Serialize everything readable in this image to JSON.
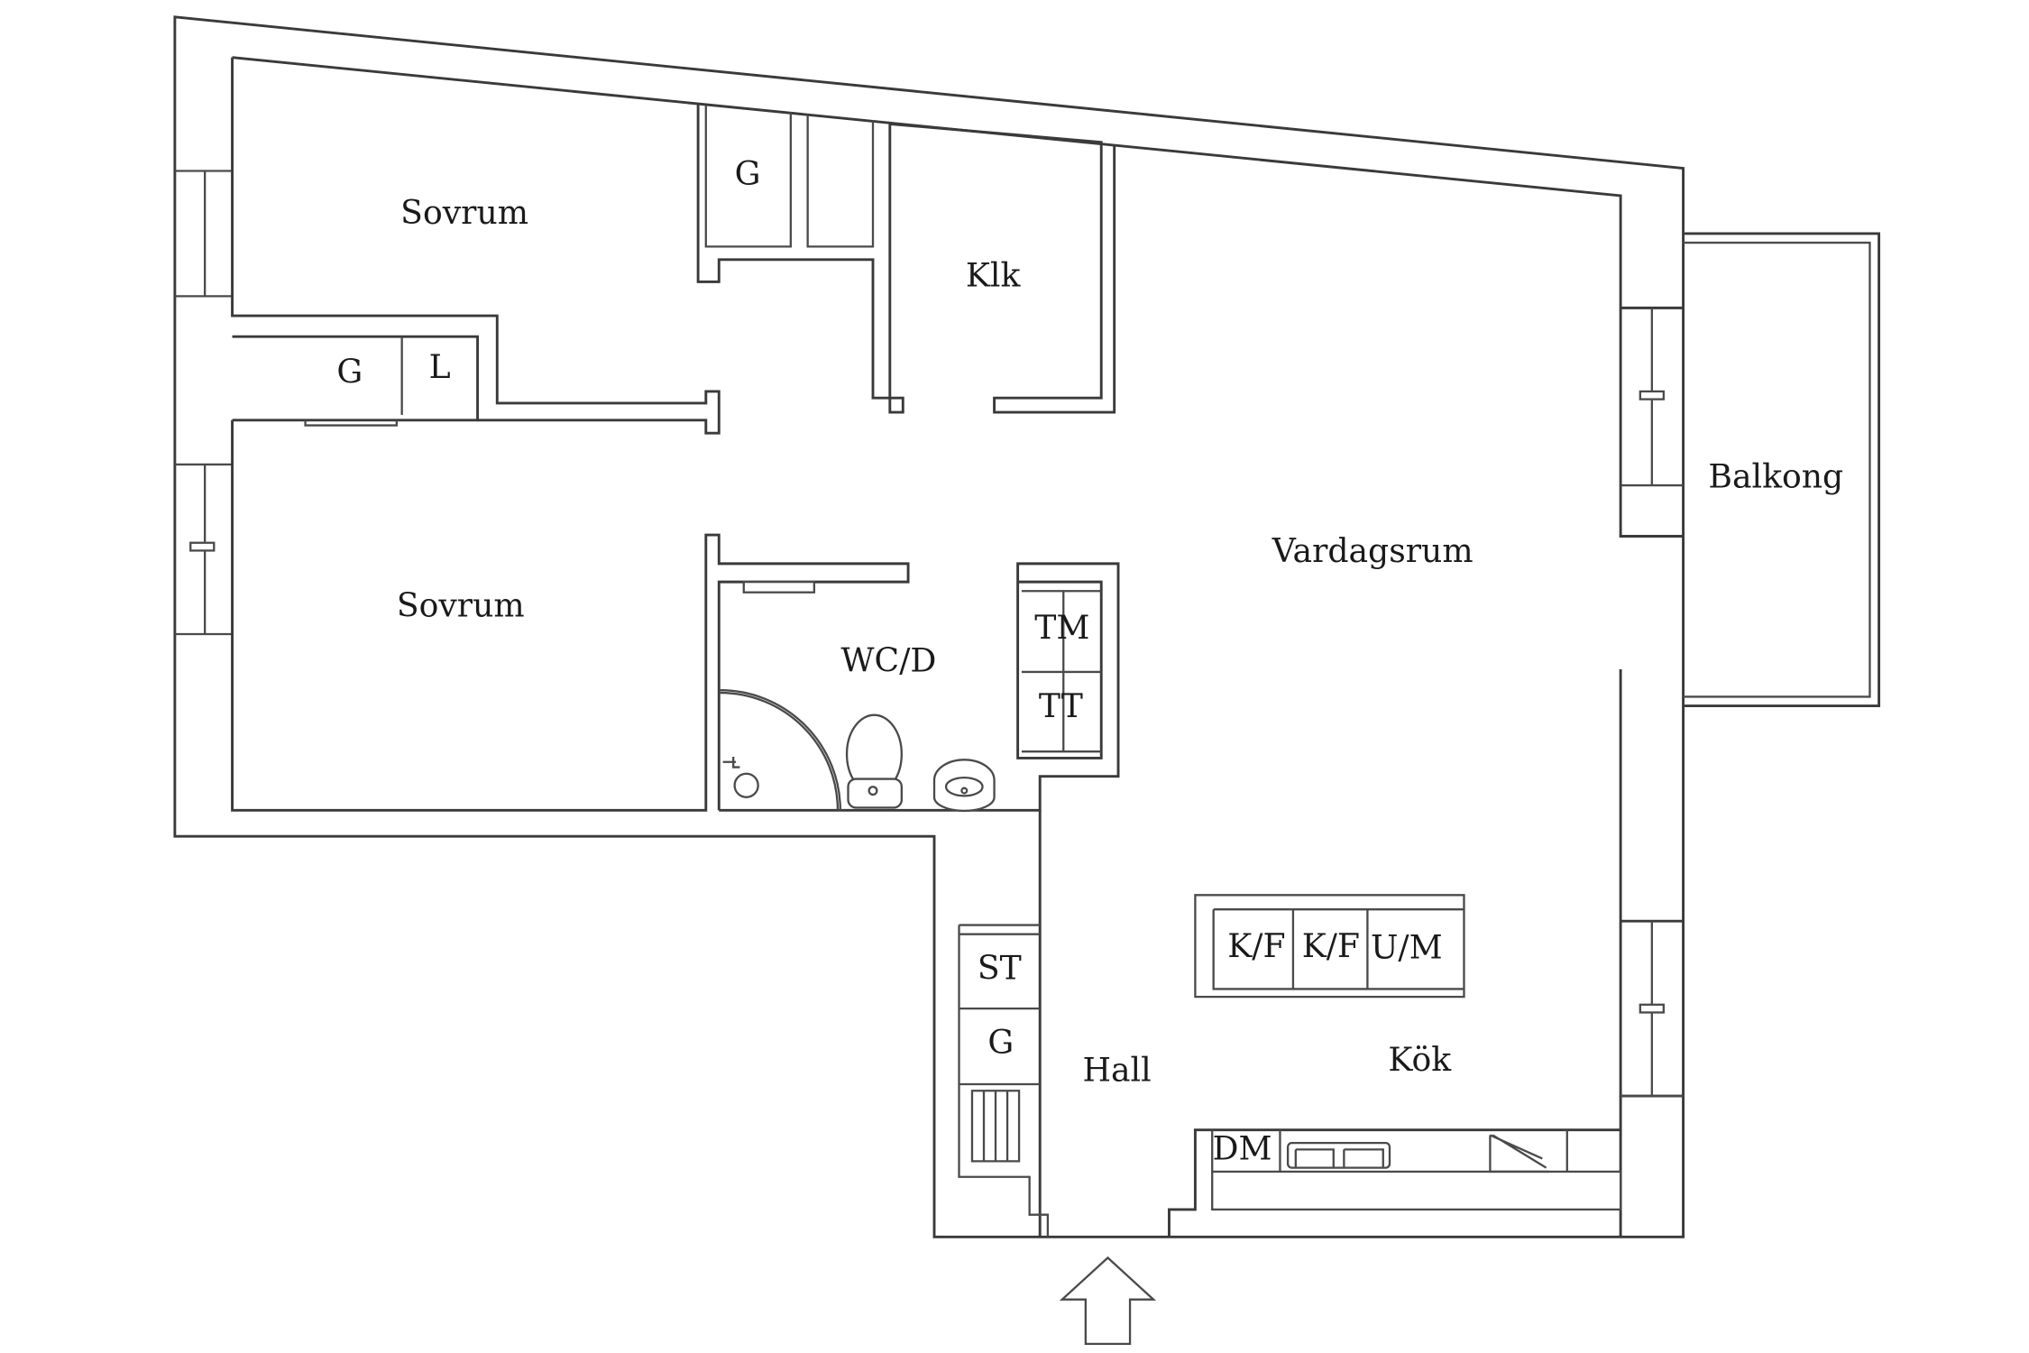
{
  "rooms": {
    "sovrum_1": "Sovrum",
    "sovrum_2": "Sovrum",
    "klk": "Klk",
    "vardagsrum": "Vardagsrum",
    "balkong": "Balkong",
    "wc": "WC/D",
    "hall": "Hall",
    "kok": "Kök"
  },
  "fixtures": {
    "g_closet_top": "G",
    "g_closet_left": "G",
    "l_closet": "L",
    "tm": "TM",
    "tt": "TT",
    "st": "ST",
    "g_hall": "G",
    "kf_1": "K/F",
    "kf_2": "K/F",
    "um": "U/M",
    "dm": "DM"
  },
  "colors": {
    "wall": "#3a3a3a",
    "background": "#ffffff",
    "text": "#1a1a1a"
  }
}
